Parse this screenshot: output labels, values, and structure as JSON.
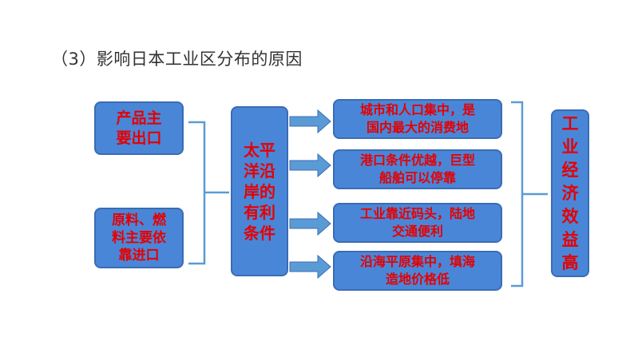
{
  "title": "（3）影响日本工业区分布的原因",
  "left": {
    "box1_lines": [
      "产品主",
      "要出口"
    ],
    "box2_lines": [
      "原料、燃",
      "料主要依",
      "靠进口"
    ]
  },
  "center": {
    "lines": [
      "太平",
      "洋沿",
      "岸的",
      "有利",
      "条件"
    ]
  },
  "conditions": [
    {
      "lines": [
        "城市和人口集中，是",
        "国内最大的消费地"
      ]
    },
    {
      "lines": [
        "港口条件优越，巨型",
        "船舶可以停靠"
      ]
    },
    {
      "lines": [
        "工业靠近码头，陆地",
        "交通便利"
      ]
    },
    {
      "lines": [
        "沿海平原集中，填海",
        "造地价格低"
      ]
    }
  ],
  "result": {
    "lines": [
      "工",
      "业",
      "经",
      "济",
      "效",
      "益",
      "高"
    ]
  },
  "colors": {
    "box_fill": "#4a86d8",
    "box_border": "#3a6cb4",
    "box_text": "#e60000",
    "connector": "#5b9bd5"
  }
}
